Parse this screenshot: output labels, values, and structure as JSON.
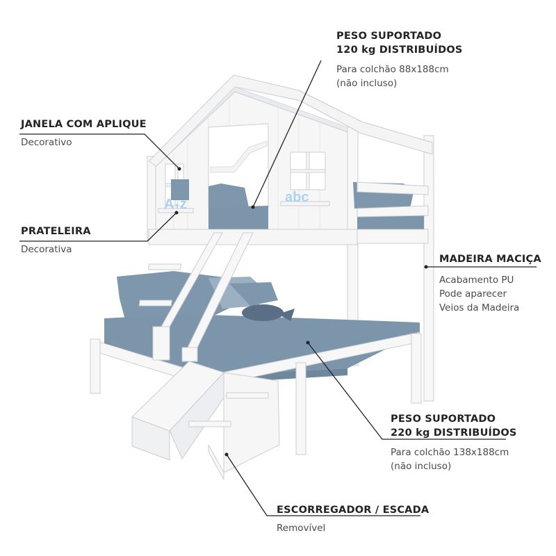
{
  "callouts": {
    "janela": {
      "title": "JANELA COM APLIQUE",
      "lines": [
        "Decorativo"
      ]
    },
    "prateleira": {
      "title": "PRATELEIRA",
      "lines": [
        "Decorativa"
      ]
    },
    "peso_superior": {
      "title_lines": [
        "PESO SUPORTADO",
        "120 kg DISTRIBUÍDOS"
      ],
      "lines": [
        "Para colchão 88x188cm",
        "(não incluso)"
      ]
    },
    "madeira": {
      "title": "MADEIRA MACIÇA",
      "lines": [
        "Acabamento PU",
        "Pode aparecer",
        "Veios da Madeira"
      ]
    },
    "peso_inferior": {
      "title_lines": [
        "PESO SUPORTADO",
        "220 kg DISTRIBUÍDOS"
      ],
      "lines": [
        "Para colchão 138x188cm",
        "(não incluso)"
      ]
    },
    "escorregador": {
      "title": "ESCORREGADOR / ESCADA",
      "lines": [
        "Removível"
      ]
    }
  },
  "decor": {
    "letters_left": "A₁z",
    "letters_right": "abc"
  },
  "colors": {
    "mattress": "#7d95ab",
    "pillow": "#7f97ad",
    "pillow_light": "#9bb0c3",
    "frame": "#f7f7f7",
    "edge": "#c9cdd2",
    "letters": "#a9d3ee",
    "whale": "#5b6e85",
    "leader": "#222222"
  }
}
